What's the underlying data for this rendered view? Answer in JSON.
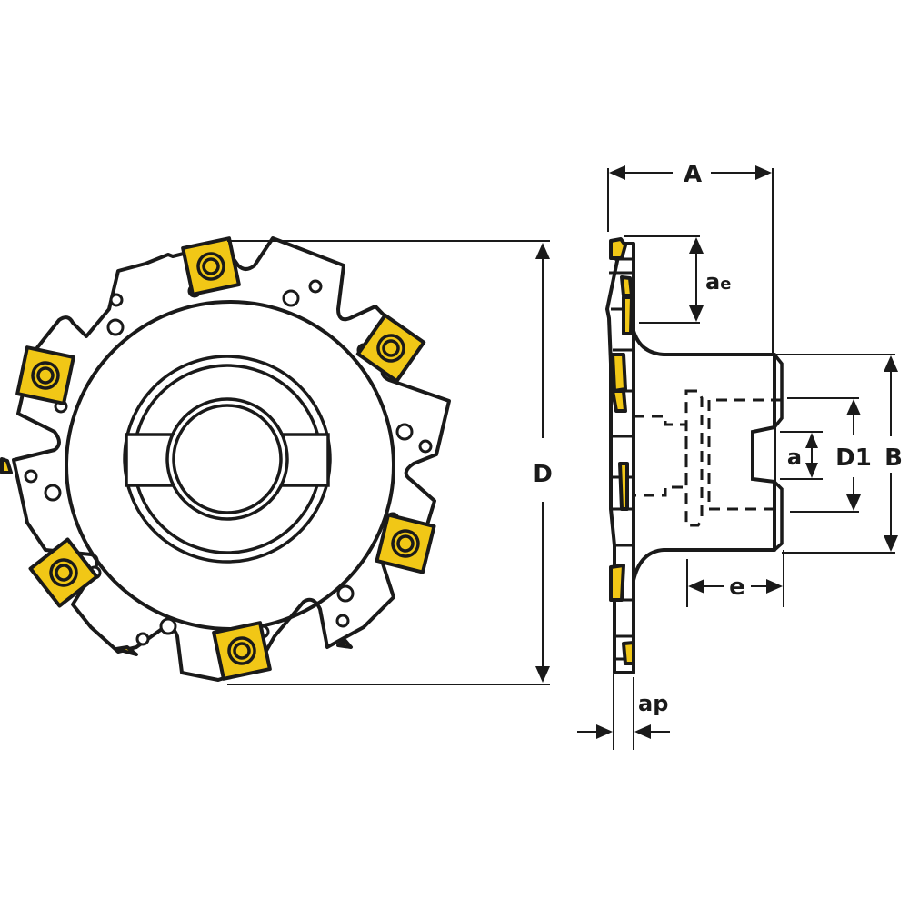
{
  "figure": {
    "subject": "Disc milling cutter with indexable inserts — front view and side section",
    "colors": {
      "insert": "#f1c716",
      "line": "#1a1a1a",
      "background": "#ffffff"
    }
  },
  "front_view": {
    "dimension_label": "D",
    "insert_count_visible": 7
  },
  "side_view": {
    "dimensions": {
      "overall_width": "A",
      "cutting_depth_radial": "a",
      "cutting_depth_radial_subscript": "e",
      "hub_diameter": "B",
      "bore_diameter": "D1",
      "keyway_width": "a",
      "hub_length": "e",
      "axial_depth": "a",
      "axial_depth_subscript": "p"
    }
  }
}
